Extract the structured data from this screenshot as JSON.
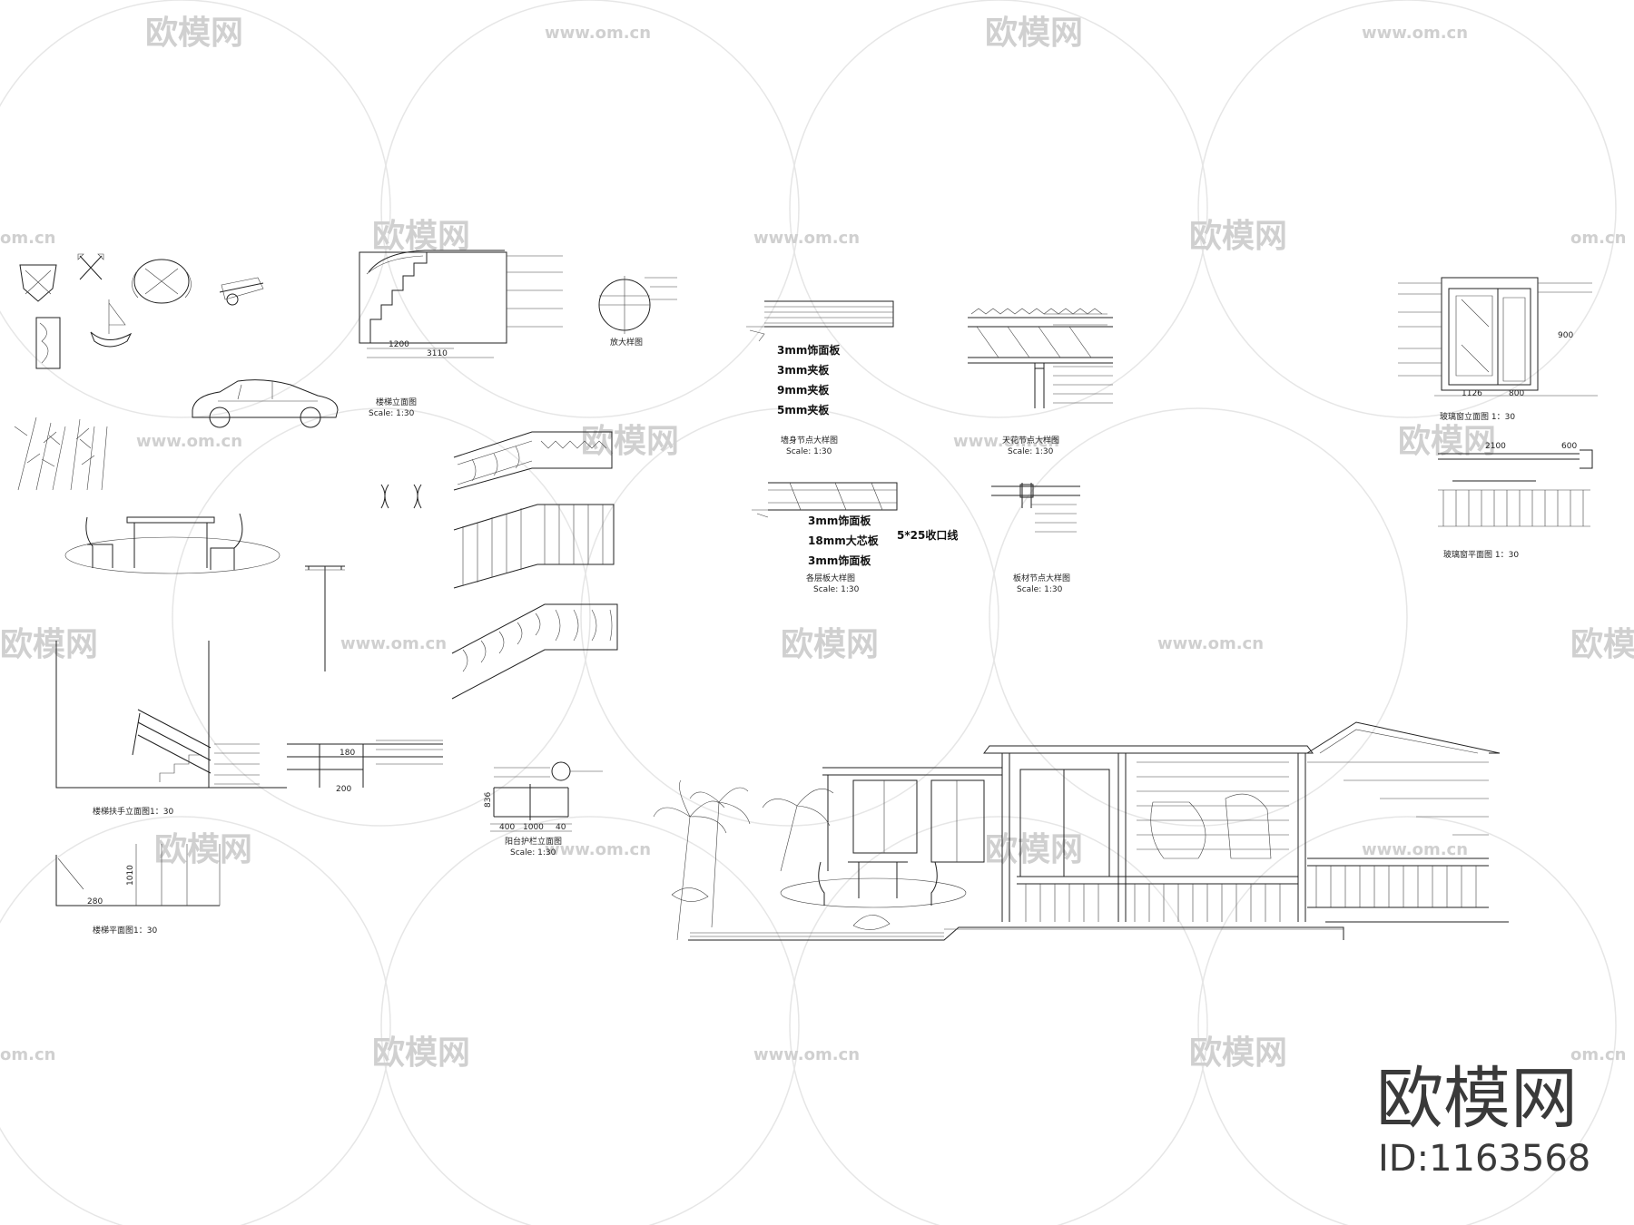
{
  "watermark": {
    "brand": "欧模网",
    "url": "www.om.cn",
    "url_partial": "om.cn"
  },
  "brand_mark": {
    "name": "欧模网",
    "id_label": "ID:1163568"
  },
  "labels": {
    "stair_elevation": "楼梯立面图",
    "stair_elevation_scale": "Scale: 1:30",
    "detail_enlarged": "放大样图",
    "stair_handrail_plan": "楼梯扶手立面图1：30",
    "stair_plan": "楼梯平面图1：30",
    "balustrade_elevation": "阳台护栏立面图",
    "balustrade_scale": "Scale: 1:30",
    "layer_detail_title": "各层板大样图",
    "layer_detail_scale": "Scale: 1:30",
    "ceiling_detail_title": "天花节点大样图",
    "ceiling_detail_scale": "Scale: 1:30",
    "wall_detail_title": "墙身节点大样图",
    "wall_detail_scale": "Scale: 1:30",
    "joint_detail_title": "板材节点大样图",
    "joint_detail_scale": "Scale: 1:30",
    "window_elevation": "玻璃窗立面图 1：30",
    "window_plan": "玻璃窗平面图 1：30"
  },
  "layers_a": [
    "3mm饰面板",
    "3mm夹板",
    "9mm夹板",
    "5mm夹板"
  ],
  "layers_b": [
    "3mm饰面板",
    "18mm大芯板",
    "3mm饰面板"
  ],
  "trim_label": "5*25收口线",
  "dims": {
    "d1200": "1200",
    "d3110": "3110",
    "d1126": "1126",
    "d800": "800",
    "d900": "900",
    "d600": "600",
    "d1010": "1010",
    "d280": "280",
    "d400": "400",
    "d1000": "1000",
    "d40": "40",
    "d180": "180",
    "d200": "200",
    "d836": "836",
    "d2100": "2100"
  }
}
